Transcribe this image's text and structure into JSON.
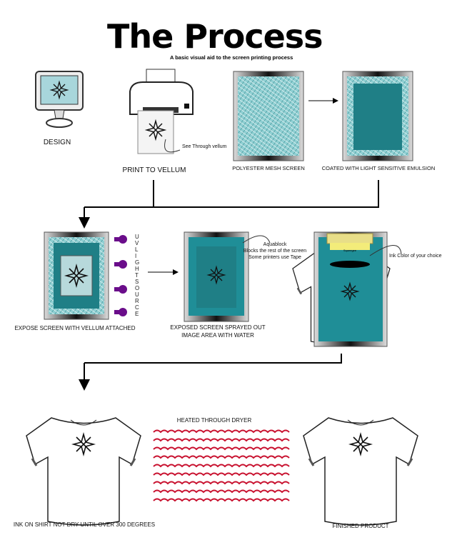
{
  "title": "The Process",
  "subtitle": "A basic visual aid to the screen printing process",
  "steps": {
    "design": "DESIGN",
    "print": "PRINT TO VELLUM",
    "vellum_note": "See Through vellum",
    "mesh": "POLYESTER MESH SCREEN",
    "coated": "COATED WITH LIGHT SENSITIVE EMULSION",
    "expose": "EXPOSE SCREEN WITH VELLUM ATTACHED",
    "uv_letters": [
      "U",
      "V",
      "L",
      "I",
      "G",
      "H",
      "T",
      "S",
      "O",
      "U",
      "R",
      "C",
      "E"
    ],
    "sprayed_1": "EXPOSED SCREEN SPRAYED OUT",
    "sprayed_2": "IMAGE AREA WITH WATER",
    "aquablock_1": "Aquablock",
    "aquablock_2": "Blocks the rest of the screen",
    "aquablock_3": "Some printers use Tape",
    "squeegee": "Squeegee",
    "ink": "Ink Color of your choice",
    "heated": "HEATED THROUGH DRYER",
    "ink_shirt": "INK ON SHIRT NOT DRY UNTIL OVER 300 DEGREES",
    "finished": "FINISHED PRODUCT"
  },
  "colors": {
    "emulsion": "#1f7f86",
    "mesh": "#6fb9bd",
    "uv": "#6a0d8a",
    "heat": "#c8102e"
  }
}
